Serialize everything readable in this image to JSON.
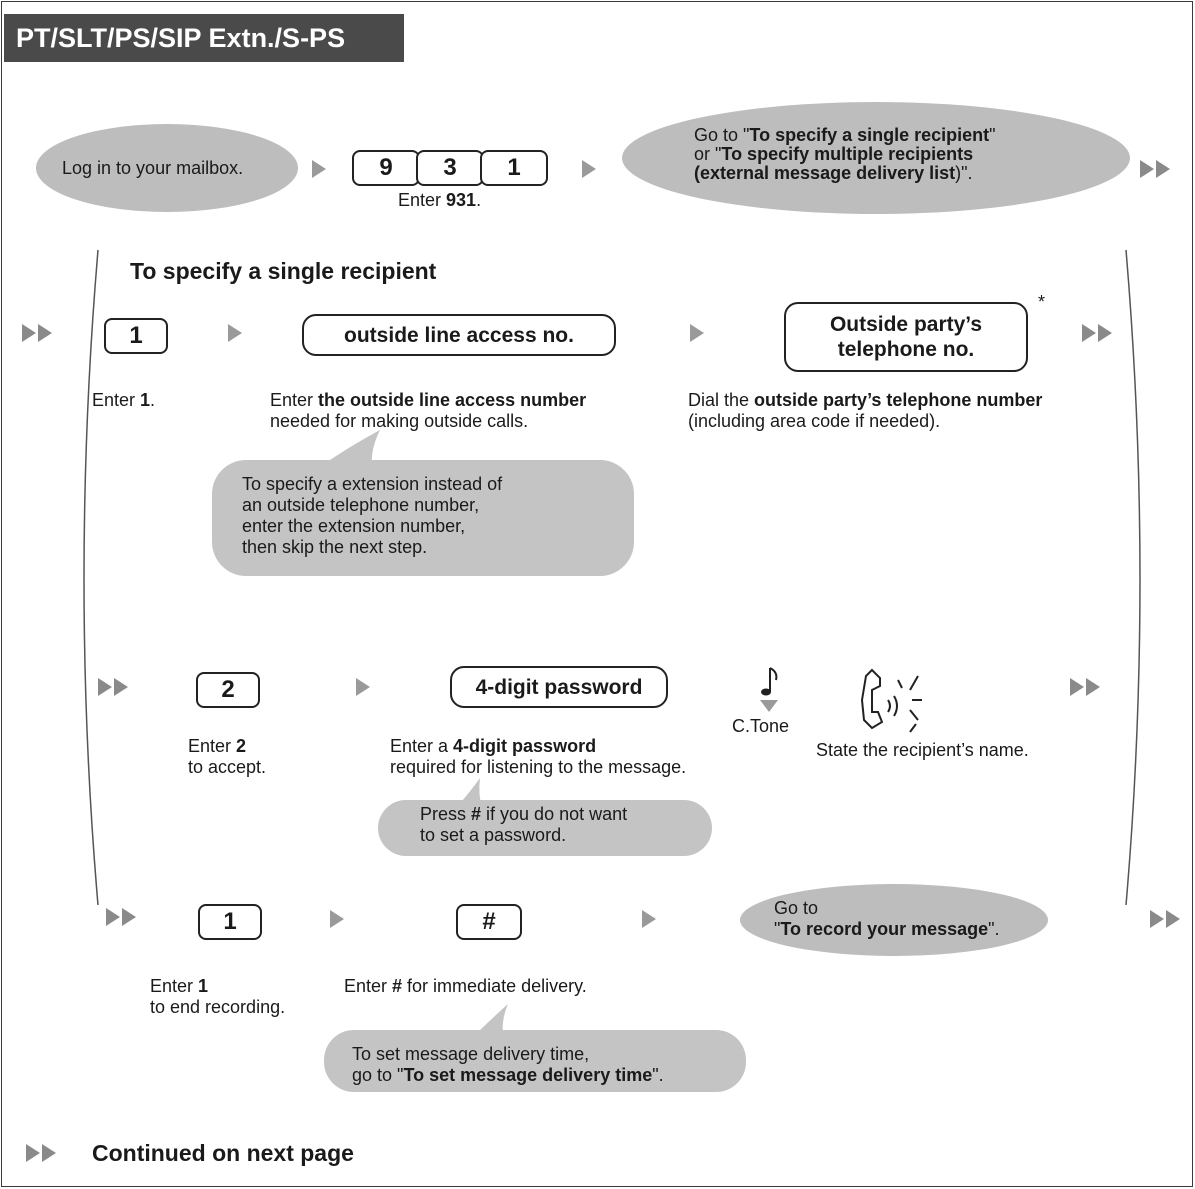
{
  "header": {
    "title": "PT/SLT/PS/SIP Extn./S-PS"
  },
  "row1": {
    "login_label": "Log in to your mailbox.",
    "keys": [
      "9",
      "3",
      "1"
    ],
    "enter_prefix": "Enter ",
    "enter_bold": "931",
    "enter_suffix": ".",
    "goto_l1a": "Go to \"",
    "goto_l1b": "To specify a single recipient",
    "goto_l1c": "\"",
    "goto_l2a": "or \"",
    "goto_l2b": "To specify multiple recipients",
    "goto_l3b": "(external message delivery list",
    "goto_l3c": ")\"."
  },
  "single": {
    "heading": "To specify a single recipient",
    "key1": "1",
    "enter1_prefix": "Enter ",
    "enter1_bold": "1",
    "enter1_suffix": ".",
    "access_box": "outside line access no.",
    "access_l1a": "Enter ",
    "access_l1b": "the outside line access number",
    "access_l2": "needed for making outside calls.",
    "party_box_l1": "Outside party’s",
    "party_box_l2": "telephone no.",
    "asterisk": "*",
    "party_l1a": "Dial the ",
    "party_l1b": "outside party’s telephone number",
    "party_l2": "(including area code if needed).",
    "ext_note": [
      "To specify a extension instead of",
      "an outside telephone number,",
      "enter the extension number,",
      "then skip the next step."
    ],
    "key2": "2",
    "enter2_l1a": "Enter ",
    "enter2_l1b": "2",
    "enter2_l2": "to accept.",
    "password_box": "4-digit password",
    "pw_l1a": "Enter a ",
    "pw_l1b": "4-digit password",
    "pw_l2": "required for listening to the message.",
    "pw_note_l1a": "Press ",
    "pw_note_l1b": "#",
    "pw_note_l1c": " if you do not want",
    "pw_note_l2": "to set a password.",
    "ctone": "C.Tone",
    "state_name": "State the recipient’s name.",
    "key3": "1",
    "enter3_l1a": "Enter ",
    "enter3_l1b": "1",
    "enter3_l2": "to end recording.",
    "hash_key": "#",
    "hash_a": "Enter ",
    "hash_b": "#",
    "hash_c": " for immediate delivery.",
    "record_l1": "Go to",
    "record_l2a": "\"",
    "record_l2b": "To record your message",
    "record_l2c": "\".",
    "time_note_l1": "To set message delivery time,",
    "time_note_l2a": "go to \"",
    "time_note_l2b": "To set message delivery time",
    "time_note_l2c": "\"."
  },
  "footer": {
    "continued": "Continued on next page"
  },
  "colors": {
    "bubble": "#c4c4c4",
    "oval": "#bdbdbd",
    "header_bg": "#4a4a4a",
    "arrow": "#9a9a9a"
  }
}
